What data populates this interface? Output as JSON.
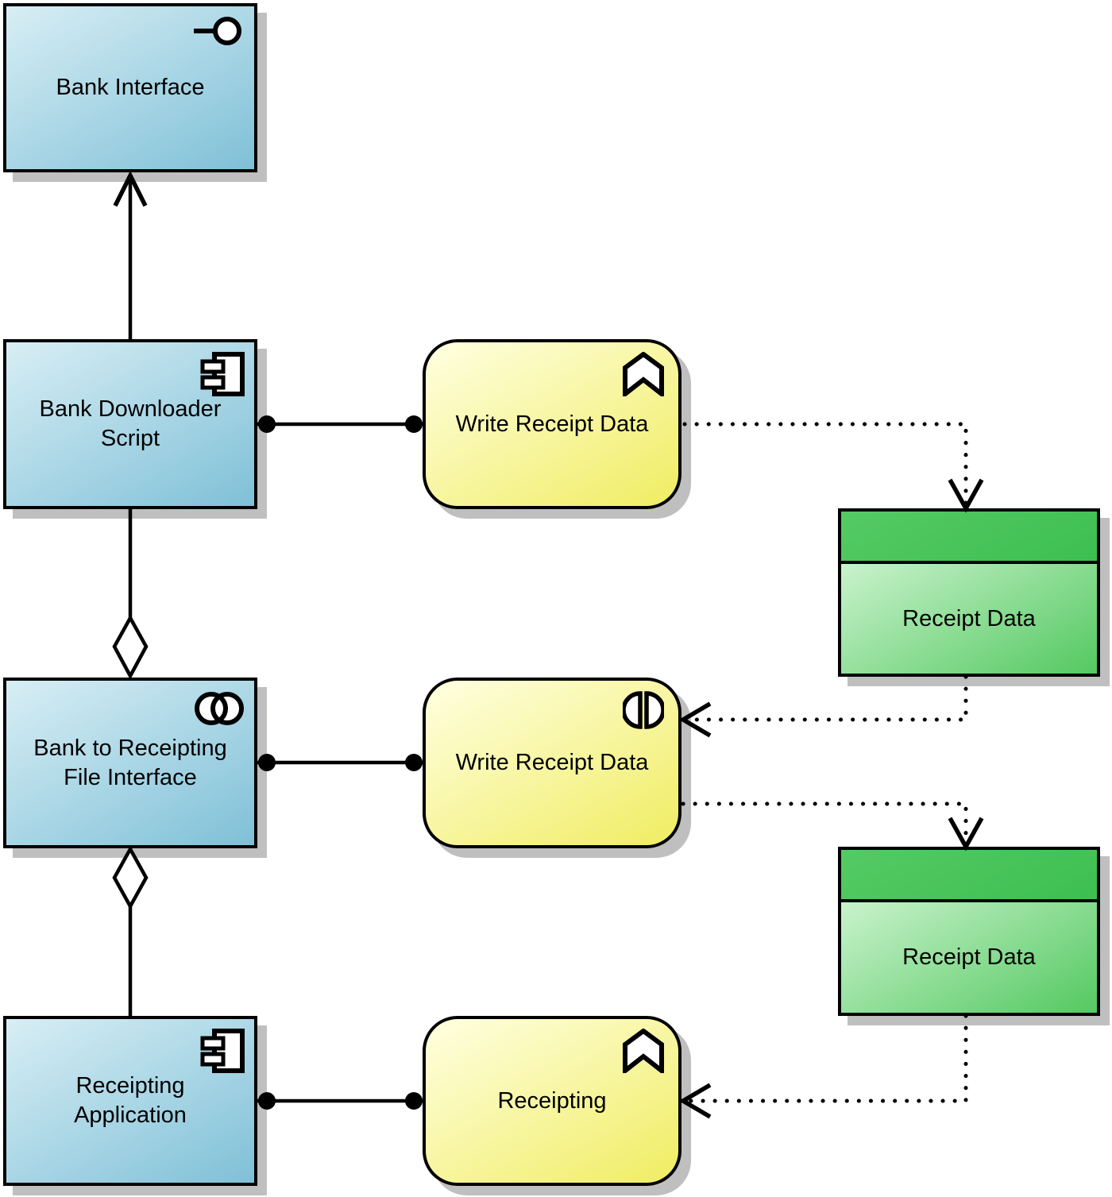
{
  "nodes": {
    "bank_interface": {
      "label": "Bank Interface",
      "icon": "interface-lollipop-icon"
    },
    "bank_downloader_script": {
      "label_lines": [
        "Bank Downloader",
        "Script"
      ],
      "icon": "component-icon"
    },
    "write_receipt_data_1": {
      "label": "Write Receipt Data",
      "icon": "function-chevron-icon"
    },
    "receipt_data_1": {
      "label": "Receipt Data"
    },
    "bank_to_receipting_file_interface": {
      "label_lines": [
        "Bank to Receipting",
        "File Interface"
      ],
      "icon": "collaboration-circles-icon"
    },
    "write_receipt_data_2": {
      "label": "Write Receipt Data",
      "icon": "interaction-split-circle-icon"
    },
    "receipt_data_2": {
      "label": "Receipt Data"
    },
    "receipting_application": {
      "label_lines": [
        "Receipting",
        "Application"
      ],
      "icon": "component-icon"
    },
    "receipting": {
      "label": "Receipting",
      "icon": "function-chevron-icon"
    }
  },
  "relationships": [
    {
      "from": "bank_downloader_script",
      "to": "bank_interface",
      "line": "solid",
      "marker": "open-arrow"
    },
    {
      "from": "bank_downloader_script",
      "to": "bank_to_receipting_file_interface",
      "line": "solid",
      "marker": "hollow-diamond"
    },
    {
      "from": "receipting_application",
      "to": "bank_to_receipting_file_interface",
      "line": "solid",
      "marker": "hollow-diamond"
    },
    {
      "from": "bank_downloader_script",
      "to": "write_receipt_data_1",
      "line": "solid",
      "marker": "filled-balls-both-ends"
    },
    {
      "from": "bank_to_receipting_file_interface",
      "to": "write_receipt_data_2",
      "line": "solid",
      "marker": "filled-balls-both-ends"
    },
    {
      "from": "receipting_application",
      "to": "receipting",
      "line": "solid",
      "marker": "filled-balls-both-ends"
    },
    {
      "from": "write_receipt_data_1",
      "to": "receipt_data_1",
      "line": "dotted",
      "marker": "open-arrow"
    },
    {
      "from": "receipt_data_1",
      "to": "write_receipt_data_2",
      "line": "dotted",
      "marker": "open-arrow"
    },
    {
      "from": "write_receipt_data_2",
      "to": "receipt_data_2",
      "line": "dotted",
      "marker": "open-arrow"
    },
    {
      "from": "receipt_data_2",
      "to": "receipting",
      "line": "dotted",
      "marker": "open-arrow"
    }
  ],
  "colors": {
    "blue_node_top": "#d8eef5",
    "blue_node_bottom": "#7fc0d7",
    "yellow_node_top": "#ffffe2",
    "yellow_node_bottom": "#f0ed62",
    "green_header_fill": "#49c45a",
    "green_body_top": "#c9f2cc",
    "green_body_bottom": "#54c961",
    "node_border": "#000000",
    "connector": "#000000",
    "shadow": "#bfbfbf",
    "background": "#ffffff"
  }
}
